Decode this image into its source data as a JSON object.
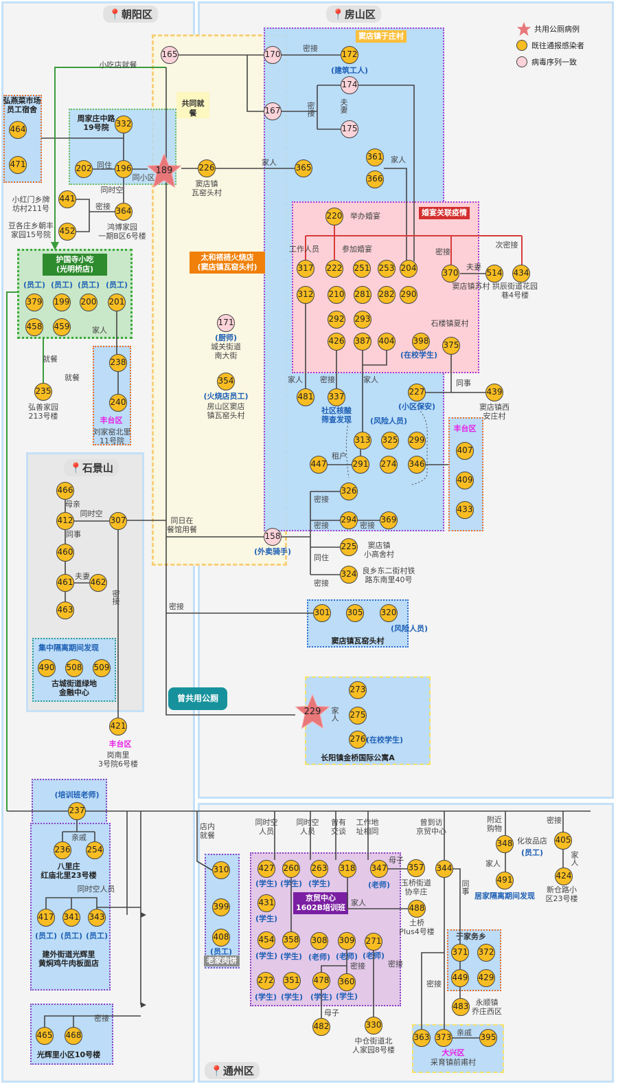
{
  "regions": {
    "chaoyang": "朝阳区",
    "fangshan": "房山区",
    "shijingshan": "石景山",
    "tongzhou": "通州区"
  },
  "legend": {
    "star": "共用公厕病例",
    "yellow": "既往通报感染者",
    "pink": "病毒序列一致"
  },
  "colors": {
    "case": "#f8bd22",
    "sequence_match": "#fdd3da",
    "shared_toilet": "#e8777a",
    "wedding": "#d32f2f",
    "region_border": "#c4e0f7"
  },
  "groups": {
    "yuzhuang": "窦店镇于庄村",
    "wedding": "婚宴关联疫情",
    "dining": "共同就餐",
    "shaobing": "太和褡裢火烧店\n(窦店镇瓦窑头村)",
    "huguosi": "护国寺小吃\n(光明桥店)",
    "quarantine": "集中隔离期间发现",
    "toilet": "曾共用公厕",
    "roubing": "老家肉饼",
    "jingmao": "京贸中心\n1602B培训班",
    "yujiawu": "于家务乡"
  },
  "nodes": [
    {
      "id": "165",
      "kind": "pink"
    },
    {
      "id": "170",
      "kind": "pink"
    },
    {
      "id": "172",
      "kind": "case"
    },
    {
      "id": "174",
      "kind": "pink"
    },
    {
      "id": "167",
      "kind": "pink"
    },
    {
      "id": "175",
      "kind": "pink"
    },
    {
      "id": "464",
      "kind": "case"
    },
    {
      "id": "471",
      "kind": "case"
    },
    {
      "id": "332",
      "kind": "case"
    },
    {
      "id": "202",
      "kind": "case"
    },
    {
      "id": "196",
      "kind": "case"
    },
    {
      "id": "189",
      "kind": "star"
    },
    {
      "id": "226",
      "kind": "case"
    },
    {
      "id": "365",
      "kind": "case"
    },
    {
      "id": "361",
      "kind": "case"
    },
    {
      "id": "366",
      "kind": "case"
    },
    {
      "id": "441",
      "kind": "case"
    },
    {
      "id": "364",
      "kind": "case"
    },
    {
      "id": "452",
      "kind": "case"
    },
    {
      "id": "220",
      "kind": "case"
    },
    {
      "id": "317",
      "kind": "case"
    },
    {
      "id": "222",
      "kind": "case"
    },
    {
      "id": "251",
      "kind": "case"
    },
    {
      "id": "253",
      "kind": "case"
    },
    {
      "id": "204",
      "kind": "case"
    },
    {
      "id": "370",
      "kind": "case"
    },
    {
      "id": "514",
      "kind": "case"
    },
    {
      "id": "434",
      "kind": "case"
    },
    {
      "id": "312",
      "kind": "case"
    },
    {
      "id": "210",
      "kind": "case"
    },
    {
      "id": "281",
      "kind": "case"
    },
    {
      "id": "282",
      "kind": "case"
    },
    {
      "id": "290",
      "kind": "case"
    },
    {
      "id": "292",
      "kind": "case"
    },
    {
      "id": "293",
      "kind": "case"
    },
    {
      "id": "426",
      "kind": "case"
    },
    {
      "id": "387",
      "kind": "case"
    },
    {
      "id": "404",
      "kind": "case"
    },
    {
      "id": "398",
      "kind": "case"
    },
    {
      "id": "375",
      "kind": "case"
    },
    {
      "id": "481",
      "kind": "case"
    },
    {
      "id": "337",
      "kind": "case"
    },
    {
      "id": "227",
      "kind": "case"
    },
    {
      "id": "439",
      "kind": "case"
    },
    {
      "id": "313",
      "kind": "case"
    },
    {
      "id": "325",
      "kind": "case"
    },
    {
      "id": "299",
      "kind": "case"
    },
    {
      "id": "407",
      "kind": "case"
    },
    {
      "id": "447",
      "kind": "case"
    },
    {
      "id": "291",
      "kind": "case"
    },
    {
      "id": "274",
      "kind": "case"
    },
    {
      "id": "346",
      "kind": "case"
    },
    {
      "id": "409",
      "kind": "case"
    },
    {
      "id": "433",
      "kind": "case"
    },
    {
      "id": "326",
      "kind": "case"
    },
    {
      "id": "294",
      "kind": "case"
    },
    {
      "id": "369",
      "kind": "case"
    },
    {
      "id": "158",
      "kind": "pink"
    },
    {
      "id": "225",
      "kind": "case"
    },
    {
      "id": "324",
      "kind": "case"
    },
    {
      "id": "301",
      "kind": "case"
    },
    {
      "id": "305",
      "kind": "case"
    },
    {
      "id": "320",
      "kind": "case"
    },
    {
      "id": "229",
      "kind": "star"
    },
    {
      "id": "273",
      "kind": "case"
    },
    {
      "id": "275",
      "kind": "case"
    },
    {
      "id": "276",
      "kind": "case"
    },
    {
      "id": "171",
      "kind": "pink"
    },
    {
      "id": "354",
      "kind": "case"
    },
    {
      "id": "379",
      "kind": "case"
    },
    {
      "id": "199",
      "kind": "case"
    },
    {
      "id": "200",
      "kind": "case"
    },
    {
      "id": "201",
      "kind": "case"
    },
    {
      "id": "458",
      "kind": "case"
    },
    {
      "id": "459",
      "kind": "case"
    },
    {
      "id": "238",
      "kind": "case"
    },
    {
      "id": "240",
      "kind": "case"
    },
    {
      "id": "235",
      "kind": "case"
    },
    {
      "id": "466",
      "kind": "case"
    },
    {
      "id": "412",
      "kind": "case"
    },
    {
      "id": "307",
      "kind": "case"
    },
    {
      "id": "460",
      "kind": "case"
    },
    {
      "id": "461",
      "kind": "case"
    },
    {
      "id": "462",
      "kind": "case"
    },
    {
      "id": "463",
      "kind": "case"
    },
    {
      "id": "490",
      "kind": "case"
    },
    {
      "id": "508",
      "kind": "case"
    },
    {
      "id": "509",
      "kind": "case"
    },
    {
      "id": "421",
      "kind": "case"
    },
    {
      "id": "237",
      "kind": "case"
    },
    {
      "id": "236",
      "kind": "case"
    },
    {
      "id": "254",
      "kind": "case"
    },
    {
      "id": "417",
      "kind": "case"
    },
    {
      "id": "341",
      "kind": "case"
    },
    {
      "id": "343",
      "kind": "case"
    },
    {
      "id": "465",
      "kind": "case"
    },
    {
      "id": "468",
      "kind": "case"
    },
    {
      "id": "310",
      "kind": "case"
    },
    {
      "id": "399",
      "kind": "case"
    },
    {
      "id": "408",
      "kind": "case"
    },
    {
      "id": "427",
      "kind": "case"
    },
    {
      "id": "260",
      "kind": "case"
    },
    {
      "id": "263",
      "kind": "case"
    },
    {
      "id": "318",
      "kind": "case"
    },
    {
      "id": "347",
      "kind": "case"
    },
    {
      "id": "357",
      "kind": "case"
    },
    {
      "id": "344",
      "kind": "case"
    },
    {
      "id": "348",
      "kind": "case"
    },
    {
      "id": "405",
      "kind": "case"
    },
    {
      "id": "424",
      "kind": "case"
    },
    {
      "id": "491",
      "kind": "case"
    },
    {
      "id": "431",
      "kind": "case"
    },
    {
      "id": "488",
      "kind": "case"
    },
    {
      "id": "454",
      "kind": "case"
    },
    {
      "id": "358",
      "kind": "case"
    },
    {
      "id": "308",
      "kind": "case"
    },
    {
      "id": "309",
      "kind": "case"
    },
    {
      "id": "271",
      "kind": "case"
    },
    {
      "id": "371",
      "kind": "case"
    },
    {
      "id": "372",
      "kind": "case"
    },
    {
      "id": "449",
      "kind": "case"
    },
    {
      "id": "429",
      "kind": "case"
    },
    {
      "id": "483",
      "kind": "case"
    },
    {
      "id": "272",
      "kind": "case"
    },
    {
      "id": "351",
      "kind": "case"
    },
    {
      "id": "478",
      "kind": "case"
    },
    {
      "id": "360",
      "kind": "case"
    },
    {
      "id": "482",
      "kind": "case"
    },
    {
      "id": "330",
      "kind": "case"
    },
    {
      "id": "363",
      "kind": "case"
    },
    {
      "id": "373",
      "kind": "case"
    },
    {
      "id": "395",
      "kind": "case"
    }
  ],
  "edge_labels": [
    "小吃店就餐",
    "密接",
    "密接",
    "夫妻",
    "家人",
    "同住",
    "同小区",
    "家人",
    "同时空",
    "密接",
    "举办婚宴",
    "工作人员",
    "参加婚宴",
    "密接",
    "次密接",
    "夫妻",
    "家人",
    "密接",
    "家人",
    "同事",
    "租户",
    "密接",
    "密接",
    "密接",
    "同住",
    "密接",
    "同日在\n餐馆用餐",
    "密接",
    "家人",
    "母亲",
    "同时空",
    "同事",
    "夫妻",
    "密接",
    "就餐",
    "就餐",
    "家人",
    "同时空人员",
    "亲戚",
    "密接",
    "店内\n就餐",
    "同时空\n人员",
    "同时空\n人员",
    "曾有\n交谈",
    "工作地\n址相同",
    "曾到访\n京贸中心",
    "附近\n购物",
    "密接",
    "母子",
    "家人",
    "同事",
    "密接",
    "密接",
    "母子",
    "密接",
    "亲戚",
    "家人",
    "家人"
  ],
  "places": [
    "弘燕菜市场\n员工宿舍",
    "周家庄中路\n19号院",
    "窦店镇\n瓦窑头村",
    "小红门乡牌\n坊村211号",
    "豆各庄乡朝丰\n家园15号院",
    "鸿博家园\n一期B区6号楼",
    "窦店镇苏村",
    "拱辰街道花园\n巷4号楼",
    "石楼镇夏村",
    "窦店镇西\n安庄村",
    "城关街道\n南大街",
    "房山区窦店\n镇瓦窑头村",
    "窦店镇\n小高舍村",
    "良乡东二街村铁\n路东南里40号",
    "弘善家园\n213号楼",
    "刘家窑北里\n11号院",
    "古城街道绿地\n金融中心",
    "岗南里\n3号院6号楼",
    "窦店镇瓦窑头村",
    "长阳镇金桥国际公寓A",
    "八里庄\n红庙北里23号楼",
    "建外街道光辉里\n黄焖鸡牛肉板面店",
    "光辉里小区10号楼",
    "玉桥街道\n协辛庄",
    "土桥\nPlus4号楼",
    "中仓街道北\n人家园8号楼",
    "永顺镇\n乔庄西区",
    "新仓路小\n区23号楼",
    "化妆品店",
    "采育镇前甫村"
  ],
  "roles": [
    "(建筑工人)",
    "(厨师)",
    "(火烧店员工)",
    "(在校学生)",
    "(小区保安)",
    "社区核酸\n筛查发现",
    "(风险人员)",
    "(外卖骑手)",
    "(风险人员)",
    "(在校学生)",
    "(员工)",
    "(员工)",
    "(员工)",
    "(员工)",
    "(培训班老师)",
    "(员工)",
    "(员工)",
    "(员工)",
    "(员工)",
    "居家隔离期间发现",
    "(员工)",
    "(学生)",
    "(学生)",
    "(学生)",
    "(老师)",
    "(学生)",
    "(学生)",
    "(学生)",
    "(老师)",
    "(老师)",
    "(老师)",
    "(学生)",
    "(学生)",
    "(学生)",
    "(学生)"
  ],
  "district_tags": [
    "丰台区",
    "丰台区",
    "丰台区",
    "大兴区"
  ]
}
